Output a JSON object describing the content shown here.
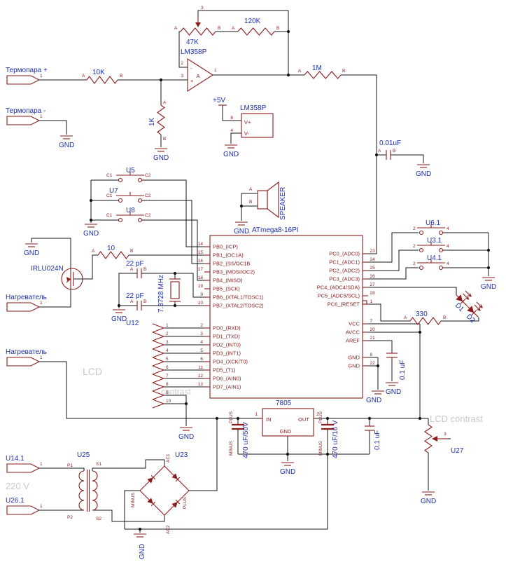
{
  "schematic": {
    "gnd": "GND",
    "rail_5v": "+5V",
    "pin1": "1",
    "pinA": "A",
    "pinB": "B",
    "polarity": {
      "plus": "PLUS",
      "minus": "MINUS"
    },
    "connectors": {
      "thermo_plus": "Термопара +",
      "thermo_minus": "Термопара -",
      "heater1": "Нагреватель",
      "heater2": "Нагреватель",
      "u141": "U14.1",
      "u261": "U26.1"
    },
    "opamp": {
      "name": "LM358P",
      "gate": "A",
      "minus": "-",
      "plus": "+",
      "pin_out": "1",
      "pin_inv": "2",
      "pin_noninv": "3"
    },
    "power_block": {
      "name": "LM358P",
      "vplus": "V+",
      "vminus": "V-",
      "pin_vcc": "8",
      "pin_gnd": "4"
    },
    "resistors": {
      "r10k": "10K",
      "r47k": "47K",
      "r120k": "120K",
      "r1k": "1K",
      "r1m": "1M",
      "r10": "10",
      "r330": "330"
    },
    "pot47_pin3": "3",
    "capacitors": {
      "c001": "0.01uF",
      "c22": "22 pF",
      "c01": "0.1 uF",
      "c470_50": "470 uF/50V",
      "c470_16": "470 uF/16 V"
    },
    "crystal": "7.3728 MHz",
    "mosfet": "IRLU024N",
    "switch_left": {
      "u5": "U5",
      "u7": "U7",
      "u8": "U8",
      "c1": "C1",
      "c2": "C2"
    },
    "switch_right": {
      "u61": "U6.1",
      "u31": "U3.1",
      "u41": "U4.1",
      "p2": "2",
      "p4": "4"
    },
    "speaker": "SPEAKER",
    "ic": {
      "name": "ATmega8-16PI",
      "left_pins": [
        {
          "num": "14",
          "label": "PB0_(ICP)"
        },
        {
          "num": "15",
          "label": "PB1_(OC1A)"
        },
        {
          "num": "16",
          "label": "PB2_(SS/OC1B"
        },
        {
          "num": "17",
          "label": "PB3_(MOSI/OC2)"
        },
        {
          "num": "18",
          "label": "PB4_(MISO)"
        },
        {
          "num": "19",
          "label": "PB5_(SCK)"
        },
        {
          "num": "9",
          "label": "PB6_(XTAL1/TOSC1)"
        },
        {
          "num": "10",
          "label": "PB7_(XTAL2/TOSC2)"
        },
        {
          "num": "2",
          "label": "PD0_(RXD)"
        },
        {
          "num": "3",
          "label": "PD1_(TXD)"
        },
        {
          "num": "4",
          "label": "PD2_(INT0)"
        },
        {
          "num": "5",
          "label": "PD3_(INT1)"
        },
        {
          "num": "6",
          "label": "PD4_(XCK/T0)"
        },
        {
          "num": "11",
          "label": "PD5_(T1)"
        },
        {
          "num": "12",
          "label": "PD6_(AIN0)"
        },
        {
          "num": "13",
          "label": "PD7_(AIN1)"
        }
      ],
      "right_pins": [
        {
          "num": "23",
          "label": "PC0_(ADC0)"
        },
        {
          "num": "24",
          "label": "PC1_(ADC1)"
        },
        {
          "num": "25",
          "label": "PC2_(ADC2)"
        },
        {
          "num": "26",
          "label": "PC3_(ADC3)"
        },
        {
          "num": "27",
          "label": "PC4_(ADC4/SDA)"
        },
        {
          "num": "28",
          "label": "PC5_(ADC5/SCL)"
        },
        {
          "num": "1",
          "label": "PC6_(RESET"
        },
        {
          "num": "7",
          "label": "VCC"
        },
        {
          "num": "20",
          "label": "AVCC"
        },
        {
          "num": "21",
          "label": "AREF"
        },
        {
          "num": "8",
          "label": "GND"
        },
        {
          "num": "22",
          "label": "GND"
        }
      ]
    },
    "lcd_connector": {
      "name": "U12",
      "pins": [
        "1",
        "2",
        "3",
        "4",
        "5",
        "6",
        "7",
        "8",
        "9",
        "10"
      ]
    },
    "leds": {
      "d1": "D1",
      "d2": "D2"
    },
    "regulator": {
      "name": "7805",
      "pin_in": "IN",
      "pin_out": "OUT",
      "pin_gnd": "GND",
      "num_in": "1",
      "num_out": "2"
    },
    "bridge": {
      "name": "U23",
      "plus": "PLUS",
      "minus": "MINUS",
      "ac1": "AC1",
      "ac2": "AC2"
    },
    "transformer": {
      "name": "U25",
      "p1": "P1",
      "p2": "P2",
      "s1": "S1",
      "s2": "S2"
    },
    "pot": {
      "name": "U27",
      "pin3": "3"
    },
    "ghost": {
      "lcd": "LCD",
      "contrast": "contrast",
      "v220": "220 V",
      "lcd_contrast": "LCD contrast"
    },
    "colors": {
      "wire": "#141414",
      "component": "#8B1A1A",
      "label": "#1D2FAE",
      "ghost": "#C9C9C9"
    }
  }
}
